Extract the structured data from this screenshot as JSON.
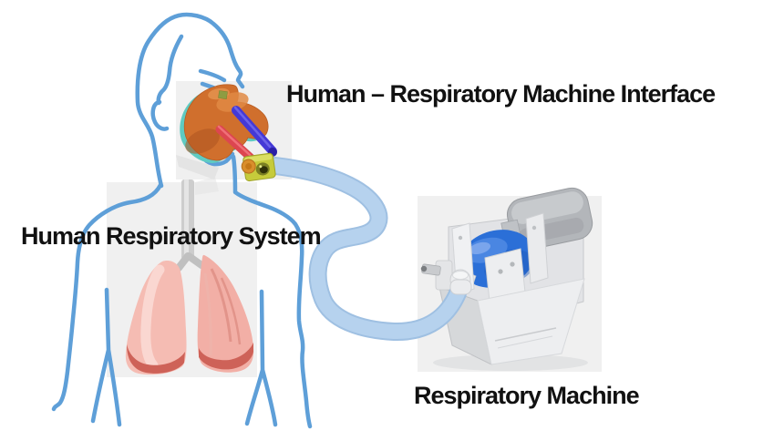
{
  "labels": {
    "interface": "Human – Respiratory Machine Interface",
    "human_system": "Human Respiratory System",
    "machine": "Respiratory Machine"
  },
  "colors": {
    "background": "#FFFFFF",
    "panel_gray": "#F0F0F0",
    "label_text": "#111111",
    "body_outline": "#5E9FD8",
    "tube_fill": "#B6D2EE",
    "tube_edge": "#9FC0E2",
    "mask_orange": "#D06F2D",
    "mask_rim_teal": "#5FCBC2",
    "hose_red": "#DC4650",
    "hose_blue": "#4439D6",
    "connector_yellow": "#C6CB3B",
    "balloon_blue": "#2B6FD7",
    "machine_frame": "#E2E3E6",
    "reservoir_bag_gray": "#B3B6BA",
    "lung_pink": "#F5BCB3",
    "lung_dark_red": "#CE6258",
    "trachea_gray": "#CDCDCD"
  }
}
